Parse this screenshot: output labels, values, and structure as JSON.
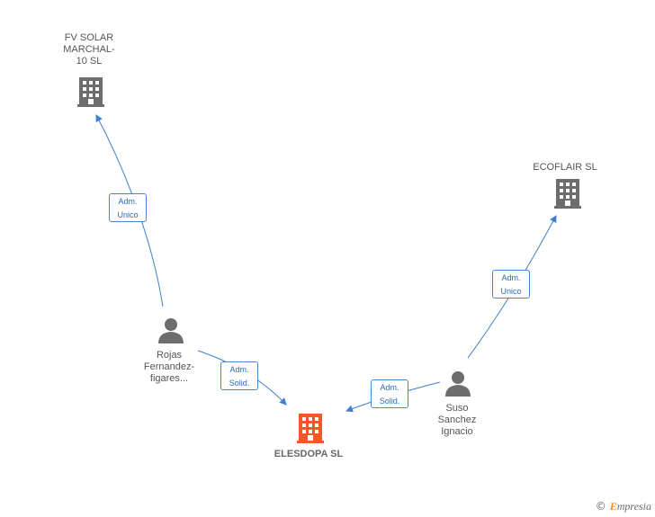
{
  "nodes": {
    "fv_solar": {
      "label": "FV SOLAR\nMARCHAL-\n10 SL",
      "type": "company"
    },
    "ecoflair": {
      "label": "ECOFLAIR SL",
      "type": "company"
    },
    "rojas": {
      "label": "Rojas\nFernandez-\nfigares...",
      "type": "person"
    },
    "suso": {
      "label": "Suso\nSanchez\nIgnacio",
      "type": "person"
    },
    "elesdopa": {
      "label": "ELESDOPA SL",
      "type": "company",
      "highlight": true
    }
  },
  "relations": {
    "rojas_fv": "Adm.\nUnico",
    "rojas_elesdopa": "Adm.\nSolid.",
    "suso_elesdopa": "Adm.\nSolid.",
    "suso_ecoflair": "Adm.\nUnico"
  },
  "brand": {
    "copyright_symbol": "©",
    "initial": "E",
    "rest": "mpresia"
  },
  "colors": {
    "company_icon": "#6d6d6d",
    "company_highlight": "#f05a28",
    "person_icon": "#6d6d6d",
    "edge": "#3f7fcc"
  }
}
